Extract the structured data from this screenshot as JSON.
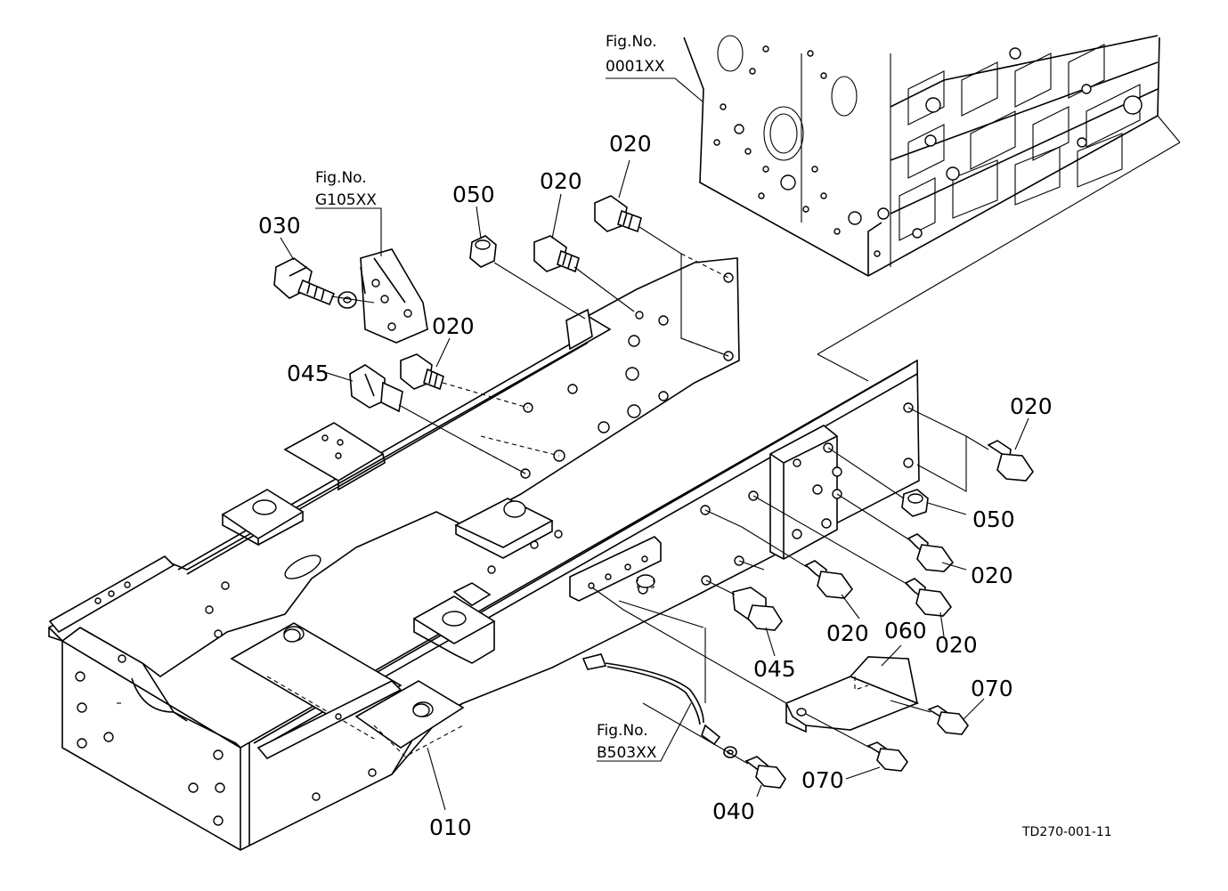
{
  "figure": {
    "code": "TD270-001-11"
  },
  "refs": [
    {
      "id": "fig-0001",
      "line1": "Fig.No.",
      "line2": "0001XX"
    },
    {
      "id": "fig-g105",
      "line1": "Fig.No.",
      "line2": "G105XX"
    },
    {
      "id": "fig-b503",
      "line1": "Fig.No.",
      "line2": "B503XX"
    }
  ],
  "callouts": {
    "c010": "010",
    "c020a": "020",
    "c020b": "020",
    "c020c": "020",
    "c020d": "020",
    "c020e": "020",
    "c020f": "020",
    "c020g": "020",
    "c030": "030",
    "c040": "040",
    "c045a": "045",
    "c045b": "045",
    "c050a": "050",
    "c050b": "050",
    "c060": "060",
    "c070a": "070",
    "c070b": "070"
  }
}
